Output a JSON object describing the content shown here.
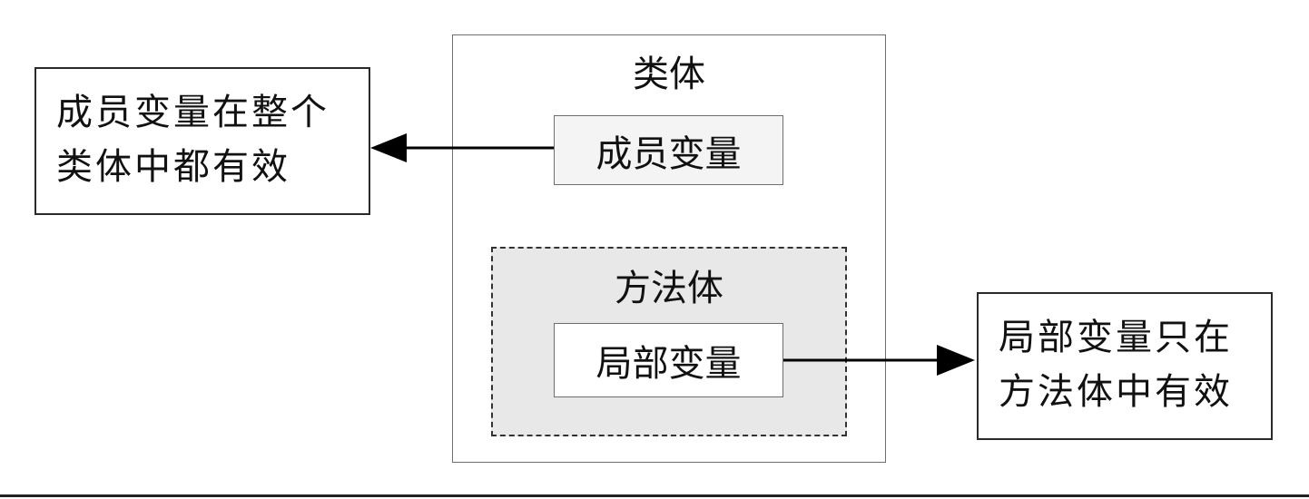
{
  "class_body": {
    "title": "类体",
    "member_variable": "成员变量",
    "method_body": {
      "title": "方法体",
      "local_variable": "局部变量"
    }
  },
  "notes": {
    "member_scope_line1": "成员变量在整个",
    "member_scope_line2": "类体中都有效",
    "local_scope_line1": "局部变量只在",
    "local_scope_line2": "方法体中有效"
  },
  "colors": {
    "method_body_fill": "#e8e8e8",
    "member_box_fill": "#f4f4f4",
    "line": "#000000"
  }
}
